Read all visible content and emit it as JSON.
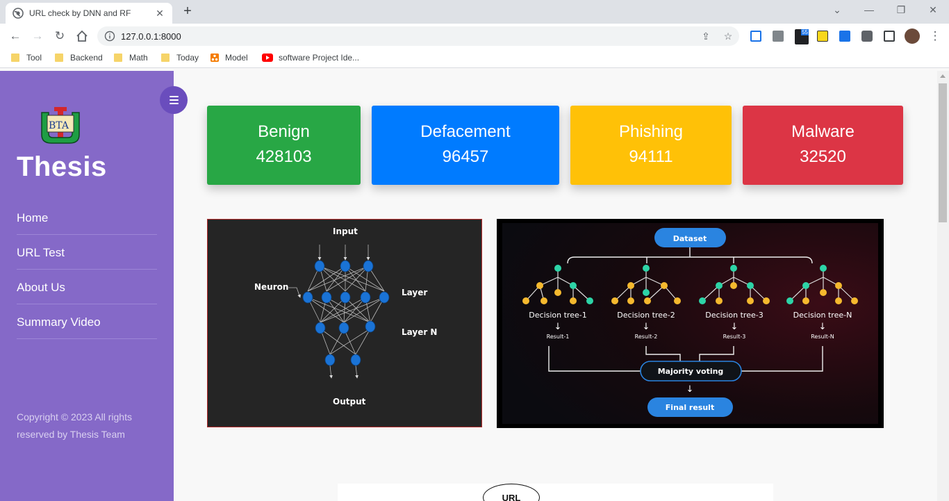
{
  "browser": {
    "tab_title": "URL check by DNN and RF",
    "url": "127.0.0.1:8000",
    "ext_badge": "55",
    "bookmarks": [
      {
        "label": "Tool",
        "icon": "folder-icon"
      },
      {
        "label": "Backend",
        "icon": "folder-icon"
      },
      {
        "label": "Math",
        "icon": "folder-icon"
      },
      {
        "label": "Today",
        "icon": "folder-icon"
      },
      {
        "label": "Model",
        "icon": "model-icon"
      },
      {
        "label": "software Project Ide...",
        "icon": "youtube-icon"
      }
    ]
  },
  "sidebar": {
    "brand": "Thesis",
    "logo_text": "BTA",
    "menu": [
      "Home",
      "URL Test",
      "About Us",
      "Summary Video"
    ],
    "copyright": "Copyright © 2023 All rights reserved by Thesis Team",
    "color": "#8569c8"
  },
  "stats": [
    {
      "label": "Benign",
      "count": "428103",
      "color": "#28a745"
    },
    {
      "label": "Defacement",
      "count": "96457",
      "color": "#007bff"
    },
    {
      "label": "Phishing",
      "count": "94111",
      "color": "#ffc107"
    },
    {
      "label": "Malware",
      "count": "32520",
      "color": "#dc3545"
    }
  ],
  "dnn_figure": {
    "input": "Input",
    "neuron": "Neuron",
    "layer": "Layer",
    "layer_n": "Layer N",
    "output": "Output"
  },
  "rf_figure": {
    "dataset": "Dataset",
    "trees": [
      "Decision tree-1",
      "Decision tree-2",
      "Decision tree-3",
      "Decision tree-N"
    ],
    "results": [
      "Result-1",
      "Result-2",
      "Result-3",
      "Result-N"
    ],
    "voting": "Majority voting",
    "final": "Final result"
  },
  "bottom": {
    "oval_label": "URL"
  }
}
